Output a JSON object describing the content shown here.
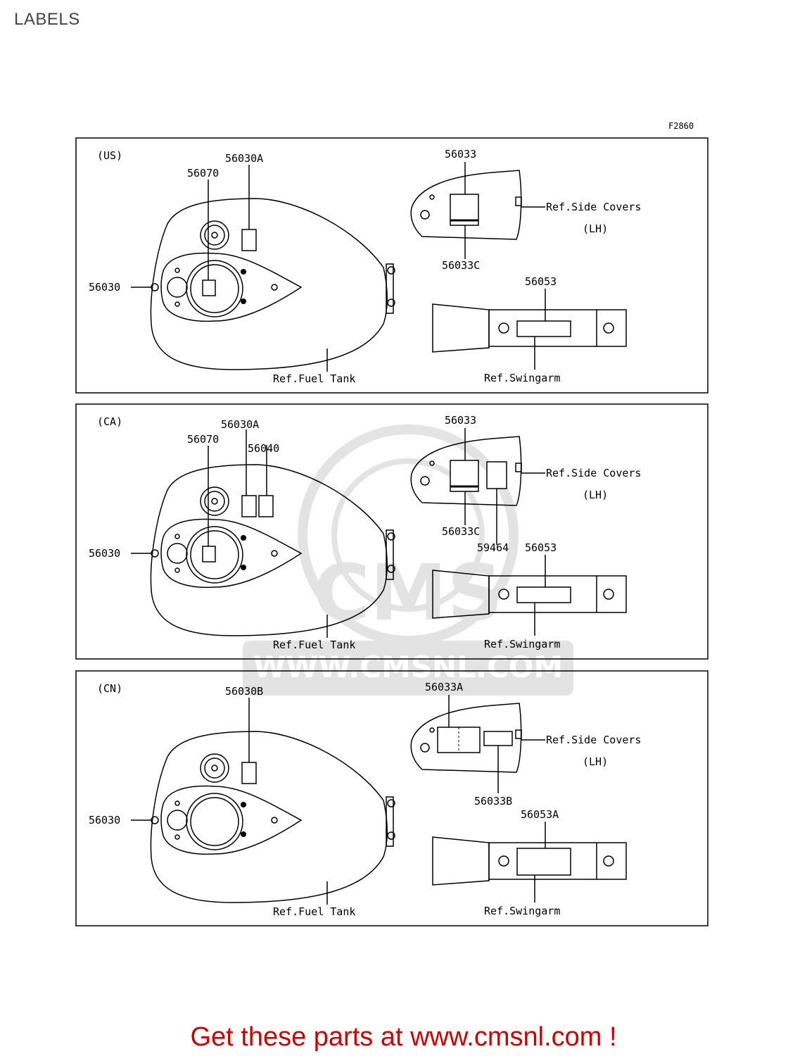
{
  "page": {
    "title": "LABELS"
  },
  "figure": {
    "code": "F2860"
  },
  "watermark": {
    "text": "CMS",
    "url": "WWW.CMSNL.COM"
  },
  "panels": [
    {
      "region": "(US)",
      "tank_labels": {
        "l1": "56030A",
        "l2": "56070",
        "cap": "56030"
      },
      "cover_labels": {
        "top": "56033",
        "bottom": "56033C"
      },
      "swing_label": "56053",
      "ref_side": "Ref.Side Covers",
      "ref_side_sub": "(LH)",
      "ref_tank": "Ref.Fuel Tank",
      "ref_swing": "Ref.Swingarm"
    },
    {
      "region": "(CA)",
      "tank_labels": {
        "l1": "56030A",
        "l2": "56070",
        "l3": "56040",
        "cap": "56030"
      },
      "cover_labels": {
        "top": "56033",
        "bottom": "56033C",
        "extra": "59464"
      },
      "swing_label": "56053",
      "ref_side": "Ref.Side Covers",
      "ref_side_sub": "(LH)",
      "ref_tank": "Ref.Fuel Tank",
      "ref_swing": "Ref.Swingarm"
    },
    {
      "region": "(CN)",
      "tank_labels": {
        "l1": "56030B",
        "cap": "56030"
      },
      "cover_labels": {
        "top": "56033A",
        "bottom": "56033B"
      },
      "swing_label": "56053A",
      "ref_side": "Ref.Side Covers",
      "ref_side_sub": "(LH)",
      "ref_tank": "Ref.Fuel Tank",
      "ref_swing": "Ref.Swingarm"
    }
  ],
  "footer": {
    "text": "Get these parts at www.cmsnl.com !"
  }
}
